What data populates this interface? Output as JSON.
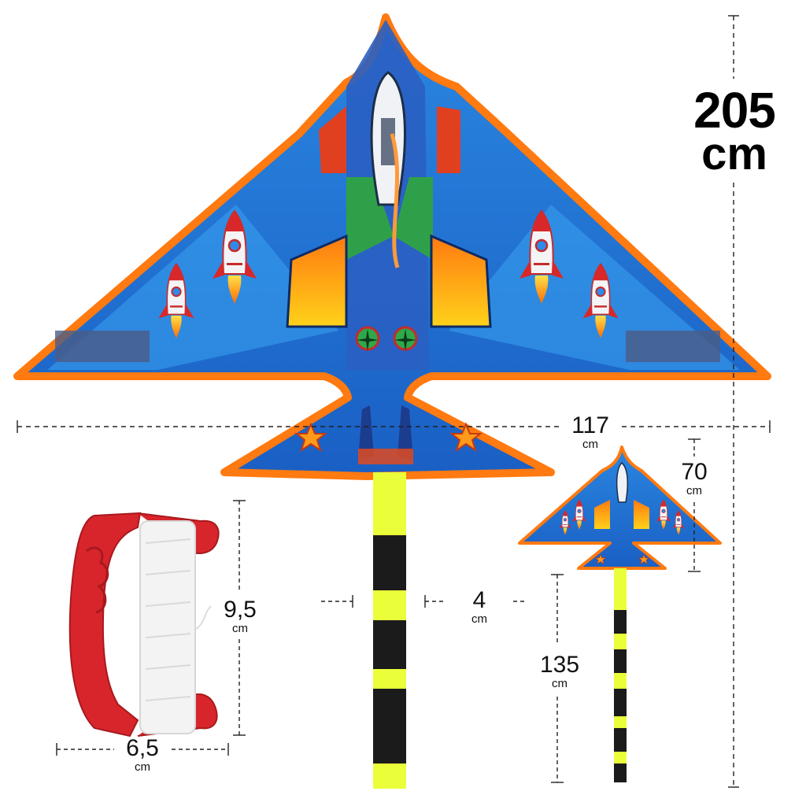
{
  "product": {
    "colors": {
      "body": "#1f6fd6",
      "wing_light": "#3a9be8",
      "trim": "#ff7a10",
      "tail_yellow": "#eaff3a",
      "tail_black": "#1b1b1b",
      "handle_red": "#d8252b",
      "string_white": "#f3f3f3"
    },
    "icons": [
      "rocket-icon",
      "star-icon",
      "fan-icon",
      "kite-handle-icon"
    ]
  },
  "dimensions": {
    "total_height": {
      "value": "205",
      "unit": "cm"
    },
    "wingspan": {
      "value": "117",
      "unit": "cm"
    },
    "kite_height": {
      "value": "70",
      "unit": "cm"
    },
    "tail_width": {
      "value": "4",
      "unit": "cm"
    },
    "tail_length": {
      "value": "135",
      "unit": "cm"
    },
    "handle_height": {
      "value": "9,5",
      "unit": "cm"
    },
    "handle_width": {
      "value": "6,5",
      "unit": "cm"
    }
  }
}
